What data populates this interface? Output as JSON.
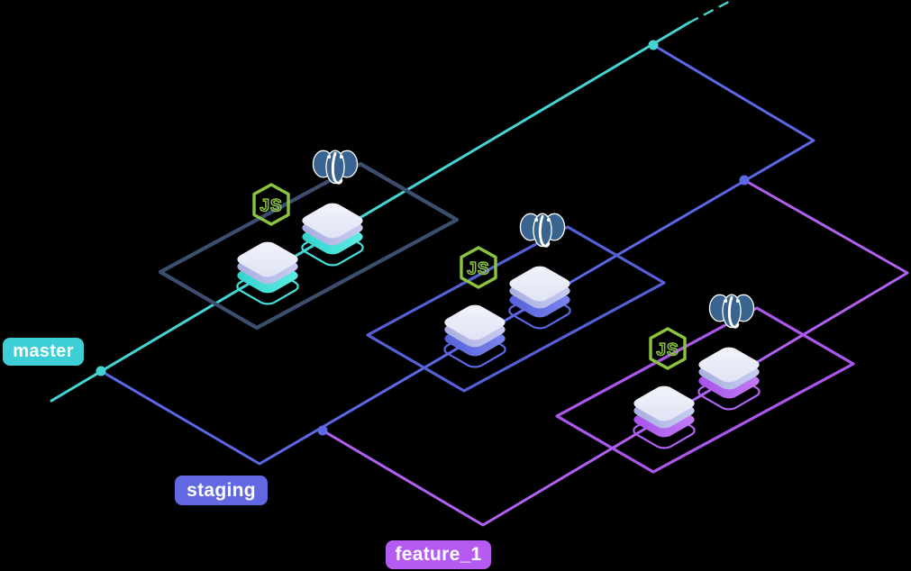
{
  "background_color": "#000000",
  "badge_text_color": "#ffffff",
  "branches": [
    {
      "name": "master",
      "badge_color": "#3ecfd6",
      "line_color": "#44d4d4",
      "env_outline_color": "#3b4e6e",
      "accent_dark": "#30d2c9",
      "accent_light": "#5feee7",
      "rim_color": "#45e0da",
      "environment_services": [
        "nodejs",
        "postgresql"
      ]
    },
    {
      "name": "staging",
      "badge_color": "#6267e2",
      "line_color": "#5c68e6",
      "env_outline_color": "#5560d6",
      "accent_dark": "#525ed8",
      "accent_light": "#7e88f0",
      "rim_color": "#5c66e0",
      "environment_services": [
        "nodejs",
        "postgresql"
      ]
    },
    {
      "name": "feature_1",
      "badge_color": "#b55bf2",
      "line_color": "#b161f2",
      "env_outline_color": "#ab57ee",
      "accent_dark": "#a450ea",
      "accent_light": "#c57ef6",
      "rim_color": "#b161f2",
      "environment_services": [
        "nodejs",
        "postgresql"
      ]
    }
  ],
  "cube": {
    "top_light": "#f2f3fb",
    "top_dark": "#e0e3f4",
    "side_dark": "#a6adde",
    "side_light": "#cacef2"
  },
  "icons": {
    "nodejs": {
      "label": "JS",
      "color": "#8bc53f"
    },
    "postgresql": {
      "color": "#39648f"
    }
  }
}
